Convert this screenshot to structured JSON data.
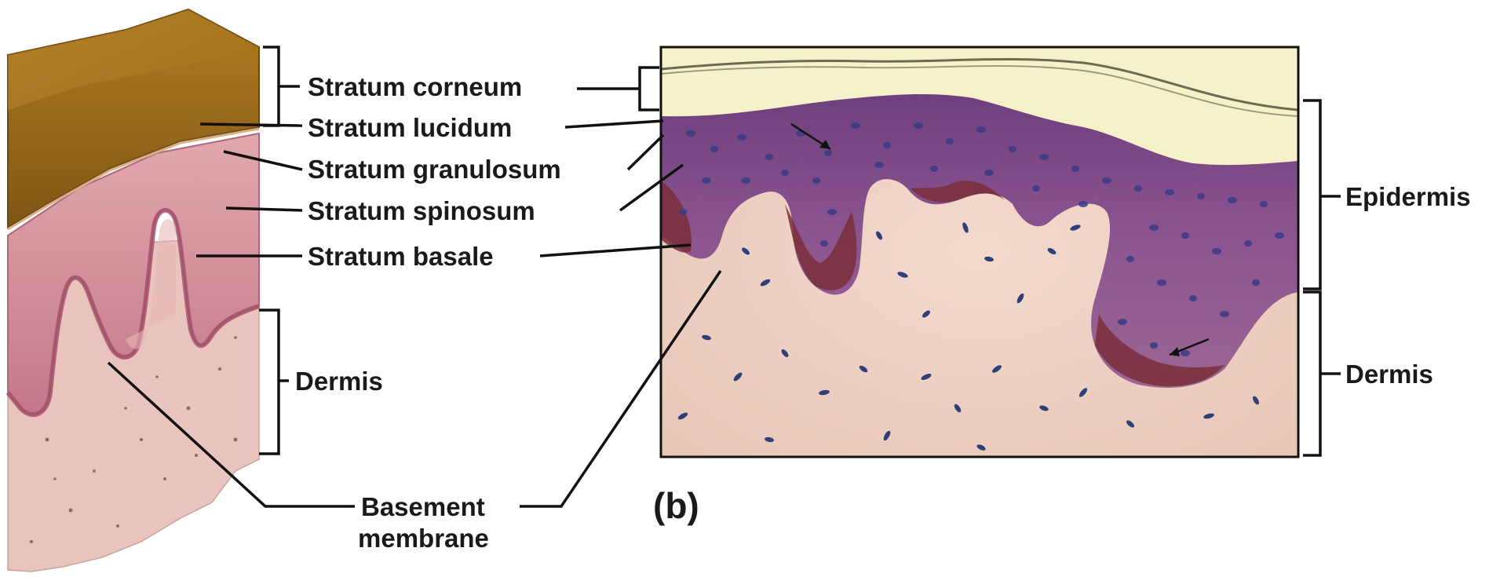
{
  "figure": {
    "panel_letter": "(b)",
    "labels": {
      "stratum_corneum": "Stratum corneum",
      "stratum_lucidum": "Stratum lucidum",
      "stratum_granulosum": "Stratum granulosum",
      "stratum_spinosum": "Stratum spinosum",
      "stratum_basale": "Stratum basale",
      "dermis_left": "Dermis",
      "basement_line1": "Basement",
      "basement_line2": "membrane",
      "epidermis_right": "Epidermis",
      "dermis_right": "Dermis"
    },
    "colors": {
      "corneum_brown": "#9a6a1c",
      "epidermis_pink": "#c9848c",
      "dermis_pale": "#e8c3bd",
      "micrograph_corneum": "#f4f1c8",
      "micrograph_epidermis": "#8a4f8c",
      "micrograph_dermis": "#efd2c4",
      "nuclei_blue": "#3c3c8c"
    }
  }
}
